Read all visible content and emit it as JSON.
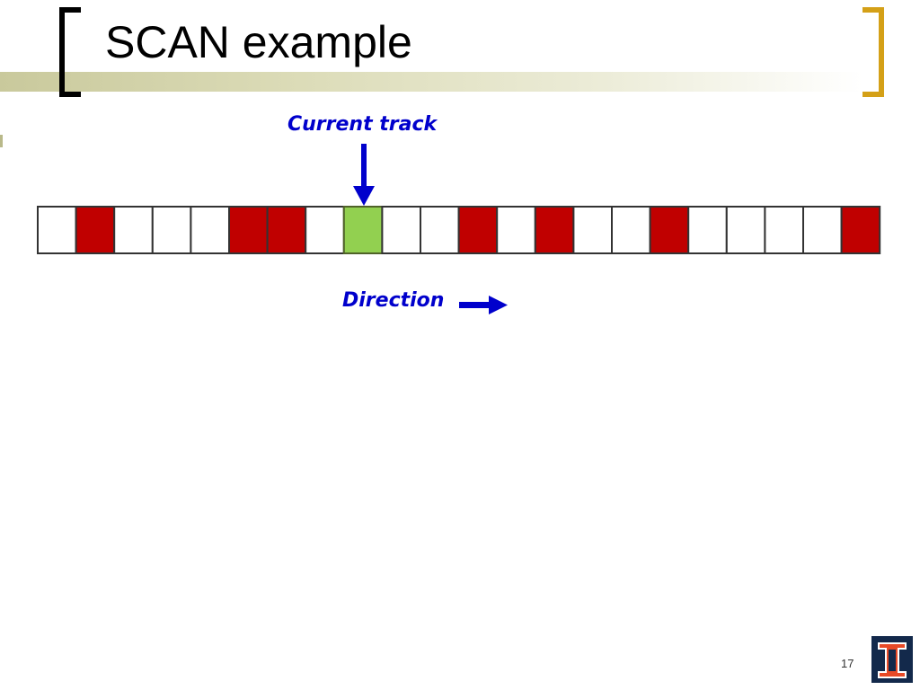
{
  "slide": {
    "title": "SCAN example",
    "page_number": "17"
  },
  "labels": {
    "current_track": "Current track",
    "direction": "Direction"
  },
  "icons": {
    "current_track_arrow": "arrow-down-icon",
    "direction_arrow": "arrow-right-icon",
    "logo": "university-block-i-logo"
  },
  "colors": {
    "request": "#c00000",
    "current": "#92d050",
    "empty": "#ffffff",
    "cell_border": "#333333",
    "current_border": "#4f6228",
    "arrow": "#0000cc",
    "bracket_left": "#000000",
    "bracket_right": "#d4a017"
  },
  "track": {
    "cell_count": 22,
    "current_index": 8,
    "request_indices": [
      1,
      5,
      6,
      11,
      13,
      16,
      21
    ],
    "direction": "right"
  }
}
